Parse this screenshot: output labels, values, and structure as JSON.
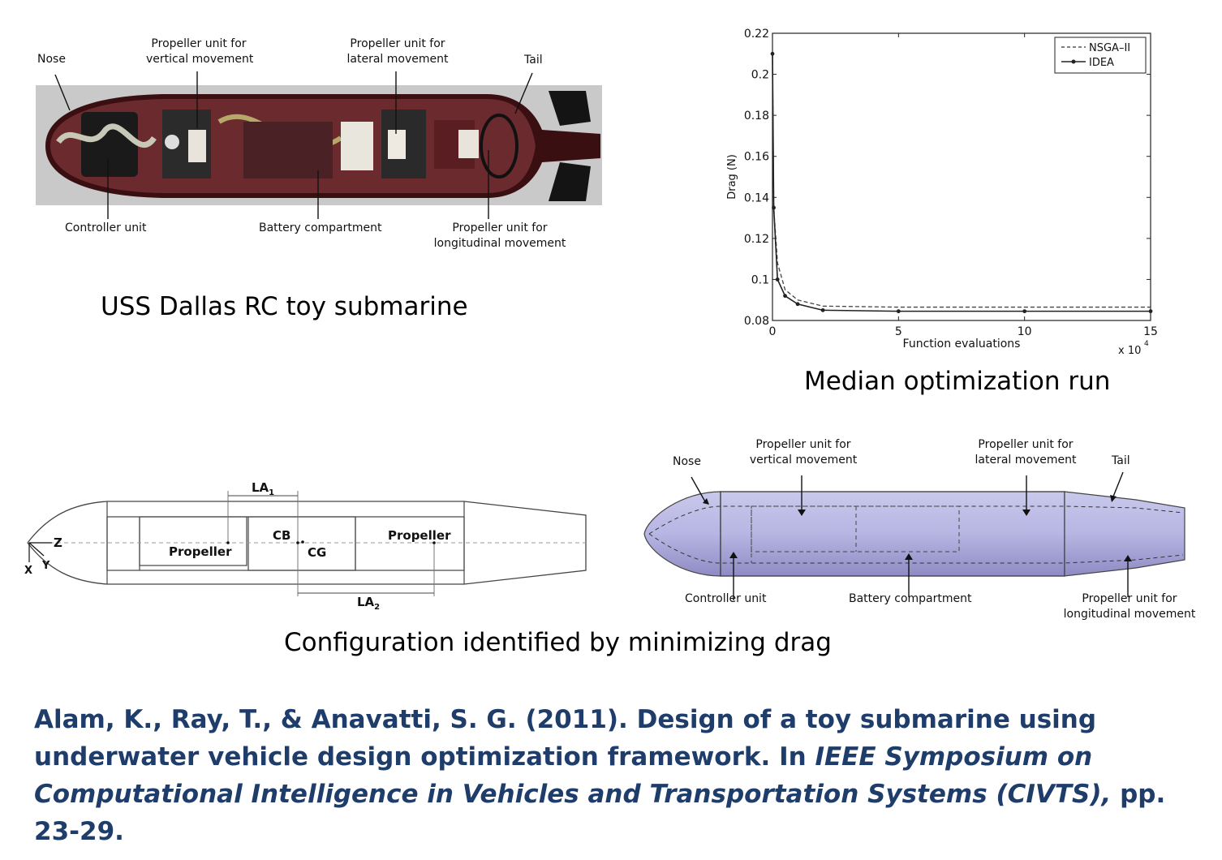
{
  "photo": {
    "caption": "USS Dallas RC toy submarine",
    "labels": {
      "nose": "Nose",
      "prop_vertical_l1": "Propeller unit for",
      "prop_vertical_l2": "vertical movement",
      "prop_lateral_l1": "Propeller unit for",
      "prop_lateral_l2": "lateral movement",
      "tail": "Tail",
      "controller": "Controller unit",
      "battery": "Battery compartment",
      "prop_long_l1": "Propeller unit for",
      "prop_long_l2": "longitudinal movement"
    }
  },
  "plot": {
    "caption": "Median optimization run",
    "xlabel": "Function evaluations",
    "ylabel": "Drag (N)",
    "x_multiplier": "x 10",
    "x_multiplier_exp": "4",
    "legend": [
      "NSGA–II",
      "IDEA"
    ],
    "yticks": [
      "0.22",
      "0.2",
      "0.18",
      "0.16",
      "0.14",
      "0.12",
      "0.1",
      "0.08"
    ],
    "xticks": [
      "0",
      "5",
      "10",
      "15"
    ]
  },
  "chart_data": {
    "type": "line",
    "xlabel": "Function evaluations",
    "ylabel": "Drag (N)",
    "xlim": [
      0,
      15
    ],
    "ylim": [
      0.08,
      0.22
    ],
    "x_scale_note": "x 10^4",
    "series": [
      {
        "name": "NSGA–II",
        "x": [
          0,
          0.05,
          0.2,
          0.5,
          1,
          2,
          5,
          10,
          15
        ],
        "y": [
          0.21,
          0.135,
          0.108,
          0.095,
          0.09,
          0.087,
          0.0865,
          0.0865,
          0.0865
        ]
      },
      {
        "name": "IDEA",
        "x": [
          0,
          0.05,
          0.2,
          0.5,
          1,
          2,
          5,
          10,
          15
        ],
        "y": [
          0.21,
          0.135,
          0.1,
          0.092,
          0.088,
          0.085,
          0.0845,
          0.0845,
          0.0845
        ]
      }
    ]
  },
  "schematic": {
    "labels": {
      "la1": "LA",
      "la1_sub": "1",
      "la2": "LA",
      "la2_sub": "2",
      "cb": "CB",
      "cg": "CG",
      "propeller_left": "Propeller",
      "propeller_right": "Propeller",
      "axis_z": "Z",
      "axis_y": "Y",
      "axis_x": "X"
    }
  },
  "render": {
    "caption": "Configuration identified by minimizing drag",
    "labels": {
      "nose": "Nose",
      "prop_vertical_l1": "Propeller unit for",
      "prop_vertical_l2": "vertical movement",
      "prop_lateral_l1": "Propeller unit for",
      "prop_lateral_l2": "lateral movement",
      "tail": "Tail",
      "controller": "Controller unit",
      "battery": "Battery compartment",
      "prop_long_l1": "Propeller unit for",
      "prop_long_l2": "longitudinal movement"
    }
  },
  "citation": {
    "part1": "Alam, K., Ray, T., & Anavatti, S. G. (2011). Design of a toy submarine using underwater vehicle design optimization framework. In ",
    "italic": "IEEE Symposium on Computational Intelligence in Vehicles and Transportation Systems (CIVTS),",
    "part2": " pp. 23-29.",
    "color": "#1f3d6b"
  }
}
